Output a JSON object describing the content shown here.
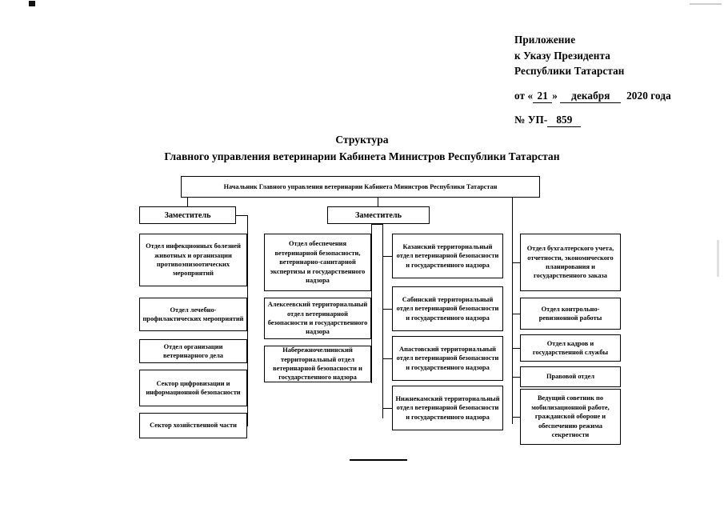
{
  "document": {
    "header": {
      "line_1": "Приложение",
      "line_2": "к Указу Президента",
      "line_3": "Республики Татарстан",
      "date_prefix": "от «",
      "date_day": "21",
      "date_mid": "»",
      "date_month": "декабря",
      "date_year": "2020 года",
      "number_prefix": "№ УП-",
      "number_value": "859"
    },
    "title": {
      "line_1": "Структура",
      "line_2": "Главного управления ветеринарии Кабинета Министров Республики Татарстан"
    }
  },
  "chart_data": {
    "type": "diagram",
    "subtype": "org-chart",
    "head": {
      "id": "head",
      "label": "Начальник Главного управления ветеринарии Кабинета Министров Республики Татарстан"
    },
    "deputies": [
      {
        "id": "deputy-1",
        "label": "Заместитель"
      },
      {
        "id": "deputy-2",
        "label": "Заместитель"
      }
    ],
    "columns": [
      {
        "id": "column-1",
        "parent": "deputy-1",
        "nodes": [
          {
            "id": "c1-n1",
            "label": "Отдел инфекционных болезней животных и организации противоэпизоотических мероприятий"
          },
          {
            "id": "c1-n2",
            "label": "Отдел лечебно-профилактических мероприятий"
          },
          {
            "id": "c1-n3",
            "label": "Отдел организации ветеринарного дела"
          },
          {
            "id": "c1-n4",
            "label": "Сектор цифровизации и информационной безопасности"
          },
          {
            "id": "c1-n5",
            "label": "Сектор хозяйственной части"
          }
        ]
      },
      {
        "id": "column-2",
        "parent": "deputy-2",
        "nodes": [
          {
            "id": "c2-n1",
            "label": "Отдел обеспечения ветеринарной безопасности, ветеринарно-санитарной экспертизы и государственного надзора"
          },
          {
            "id": "c2-n2",
            "label": "Алексеевский территориальный отдел ветеринарной безопасности и государственного надзора"
          },
          {
            "id": "c2-n3",
            "label": "Набережночелнинский территориальный отдел ветеринарной безопасности и государственного надзора"
          }
        ]
      },
      {
        "id": "column-3",
        "parent": "deputy-2",
        "nodes": [
          {
            "id": "c3-n1",
            "label": "Казанский территориальный отдел ветеринарной безопасности и государственного надзора"
          },
          {
            "id": "c3-n2",
            "label": "Сабинский территориальный отдел ветеринарной безопасности и государственного надзора"
          },
          {
            "id": "c3-n3",
            "label": "Апастовский территориальный отдел ветеринарной безопасности и государственного надзора"
          },
          {
            "id": "c3-n4",
            "label": "Нижнекамский территориальный отдел ветеринарной безопасности и государственного надзора"
          }
        ]
      },
      {
        "id": "column-4",
        "parent": "head",
        "nodes": [
          {
            "id": "c4-n1",
            "label": "Отдел бухгалтерского учета, отчетности, экономического планирования и государственного заказа"
          },
          {
            "id": "c4-n2",
            "label": "Отдел контрольно-ревизионной работы"
          },
          {
            "id": "c4-n3",
            "label": "Отдел кадров и государственной службы"
          },
          {
            "id": "c4-n4",
            "label": "Правовой отдел"
          },
          {
            "id": "c4-n5",
            "label": "Ведущий советник по мобилизационной работе, гражданской обороне и обеспечению режима секретности"
          }
        ]
      }
    ]
  }
}
